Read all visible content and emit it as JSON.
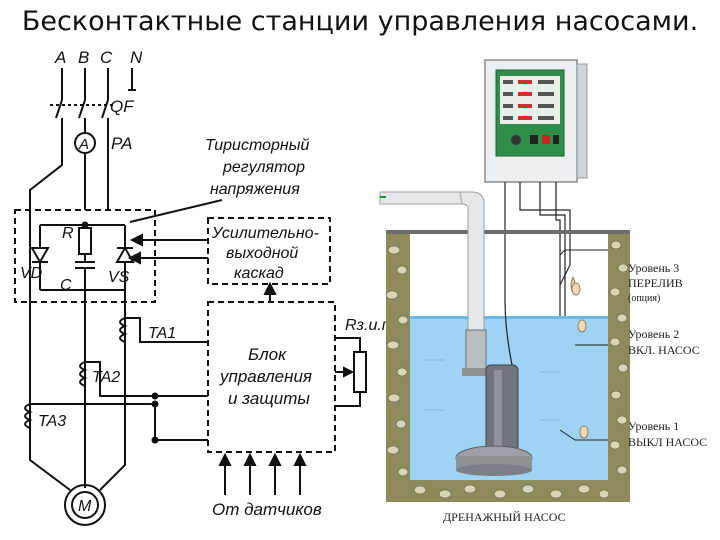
{
  "title": "Бесконтактные станции управления насосами.",
  "circuit": {
    "phases": [
      "A",
      "B",
      "C",
      "N"
    ],
    "breaker": "QF",
    "ammeter_symbol": "A",
    "ammeter": "PA",
    "regulator_lines": [
      "Тиристорный",
      "регулятор",
      "напряжения"
    ],
    "resistor": "R",
    "diode": "VD",
    "capacitor": "C",
    "thyristor": "VS",
    "amplifier_lines": [
      "Усилительно-",
      "выходной",
      "каскад"
    ],
    "control_lines": [
      "Блок",
      "управления",
      "и защиты"
    ],
    "transformers": [
      "TA1",
      "TA2",
      "TA3"
    ],
    "rheostat": "Rз.и.п",
    "motor": "M",
    "sensors": "От датчиков"
  },
  "pump": {
    "levels": [
      {
        "name": "Уровень 3",
        "desc": "ПЕРЕЛИВ",
        "note": "(опция)"
      },
      {
        "name": "Уровень 2",
        "desc": "ВКЛ. НАСОС",
        "note": ""
      },
      {
        "name": "Уровень 1",
        "desc": "ВЫКЛ НАСОС",
        "note": ""
      }
    ],
    "caption": "ДРЕНАЖНЫЙ НАСОС"
  },
  "colors": {
    "water": "#9fd3f3",
    "water_deep": "#6fb7e6",
    "stones": "#8f8a5c",
    "panel_green": "#2f8f4a",
    "cabinet": "#eceff2"
  }
}
